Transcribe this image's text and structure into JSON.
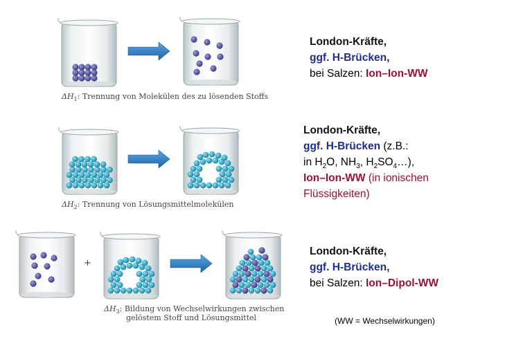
{
  "captions": {
    "c1_sym": "ΔH",
    "c1_idx": "1",
    "c1_text": ": Trennung von Molekülen des zu lösenden Stoffs",
    "c2_sym": "ΔH",
    "c2_idx": "2",
    "c2_text": ": Trennung von Lösungsmittelmolekülen",
    "c3_sym": "ΔH",
    "c3_idx": "3",
    "c3_text1": ": Bildung von Wechselwirkungen zwischen",
    "c3_text2": "gelöstem Stoff und Lösungsmittel"
  },
  "plus_sign": "+",
  "block1": {
    "line1": "London-Kräfte,",
    "line2": "ggf. H-Brücken,",
    "line3_prefix": "bei Salzen: ",
    "line3_highlight": "Ion–Ion-WW"
  },
  "block2": {
    "line1": "London-Kräfte,",
    "line2": "ggf. H-Brücken",
    "line2_suffix": " (z.B.:",
    "line3_a": "in H",
    "line3_s1": "2",
    "line3_b": "O, NH",
    "line3_s2": "3",
    "line3_c": ", H",
    "line3_s3": "2",
    "line3_d": "SO",
    "line3_s4": "4",
    "line3_e": "…),",
    "line4_highlight": "Ion–Ion-WW",
    "line4_suffix": " (in ionischen",
    "line5": "Flüssigkeiten)"
  },
  "block3": {
    "line1": "London-Kräfte,",
    "line2": "ggf. H-Brücken,",
    "line3_prefix": "bei Salzen: ",
    "line3_highlight": "Ion–Dipol-WW"
  },
  "footnote": "(WW = Wechselwirkungen)",
  "colors": {
    "solute": "#4a4a9c",
    "solvent": "#1fa3c4",
    "arrow": "#2c7fc8",
    "blue_text": "#1f2d8c",
    "red_text": "#9b1133"
  }
}
